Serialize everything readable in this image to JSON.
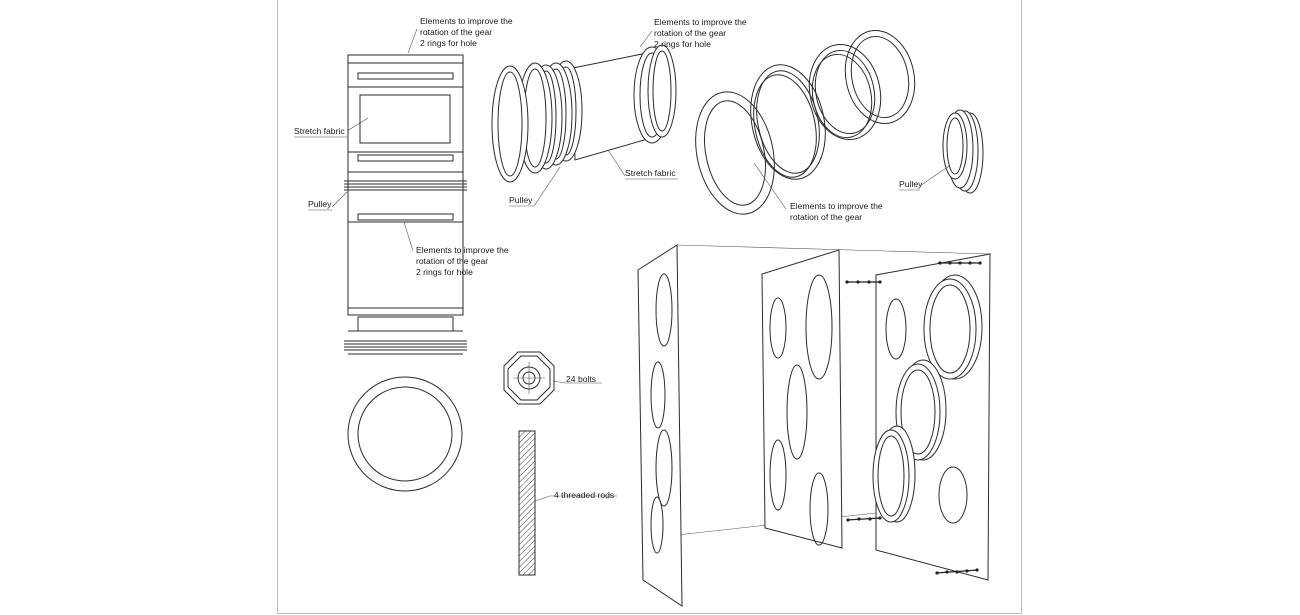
{
  "labels": {
    "top_rings_note": [
      "Elements to improve the",
      "rotation of the gear",
      "2 rings for hole"
    ],
    "middle_rings_note": [
      "Elements to improve the",
      "rotation of the gear",
      "2 rings for hole"
    ],
    "exploded_rings_note": [
      "Elements to improve the",
      "rotation of the gear",
      "2 rings for hole"
    ],
    "bottom_rings_note": [
      "Elements to improve the",
      "rotation of the gear"
    ],
    "stretch_fabric_left": "Stretch fabric",
    "stretch_fabric_exploded": "Stretch fabric",
    "pulley_left": "Pulley",
    "pulley_exploded": "Pulley",
    "pulley_right": "Pulley",
    "bolts": "24 bolts",
    "threaded_rods": "4 threaded rods"
  }
}
